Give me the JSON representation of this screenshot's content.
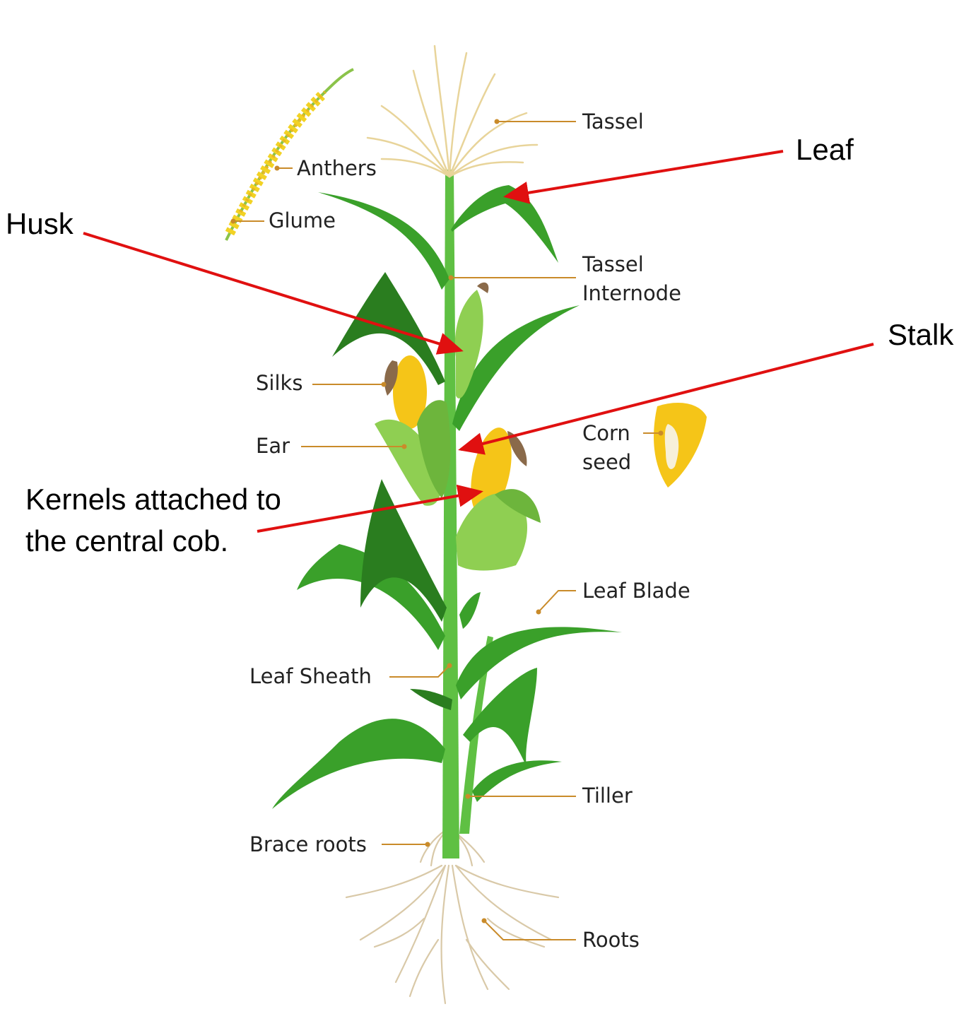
{
  "labels": {
    "tassel": "Tassel",
    "anthers": "Anthers",
    "glume": "Glume",
    "tassel_internode_1": "Tassel",
    "tassel_internode_2": "Internode",
    "silks": "Silks",
    "ear": "Ear",
    "corn_seed_1": "Corn",
    "corn_seed_2": "seed",
    "leaf_blade": "Leaf Blade",
    "leaf_sheath": "Leaf Sheath",
    "tiller": "Tiller",
    "brace_roots": "Brace roots",
    "roots": "Roots"
  },
  "annotations": {
    "leaf": "Leaf",
    "husk": "Husk",
    "stalk": "Stalk",
    "kernels_1": "Kernels attached to",
    "kernels_2": "the central cob."
  },
  "colors": {
    "leaf": "#3aa02a",
    "husk": "#8fcf52",
    "cob": "#f5c518",
    "arrow": "#e01010",
    "leader": "#c98b2a",
    "root": "#d9c9a8"
  }
}
